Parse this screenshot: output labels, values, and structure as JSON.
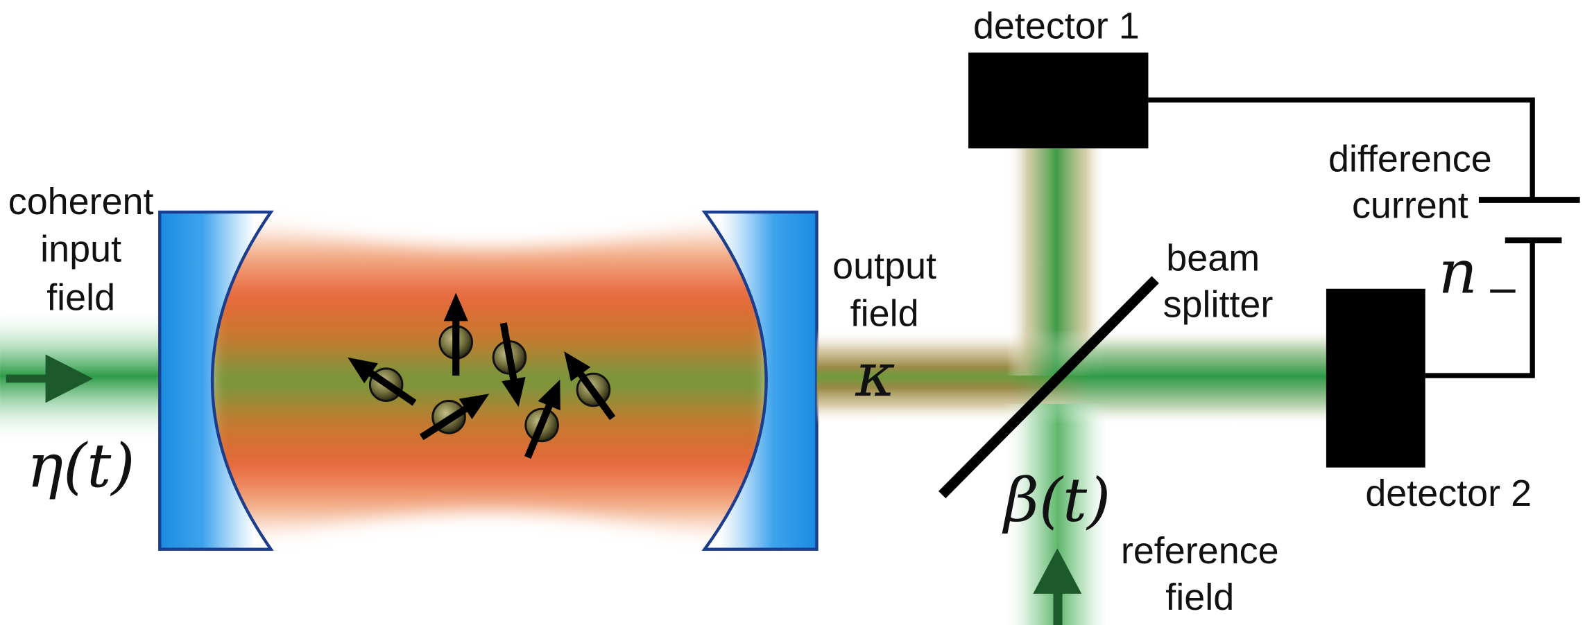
{
  "labels": {
    "input_field": [
      "coherent",
      "input",
      "field"
    ],
    "input_amplitude": "η(t)",
    "output_field": [
      "output",
      "field"
    ],
    "decay_rate": "κ",
    "detector_1": "detector 1",
    "difference_current": [
      "difference",
      "current"
    ],
    "current_symbol": {
      "base": "n",
      "sub": "−"
    },
    "beam_splitter": [
      "beam",
      "splitter"
    ],
    "reference_amplitude": "β(t)",
    "reference_field": [
      "reference",
      "field"
    ],
    "detector_2": "detector 2"
  },
  "colors": {
    "mirror_blue": "#1a8be2",
    "mirror_edge": "#1c3d8c",
    "cavity_orange": "#e8663a",
    "beam_green": "#2e9b48",
    "arrow_green": "#1d5a2b",
    "detector": "#000000"
  }
}
